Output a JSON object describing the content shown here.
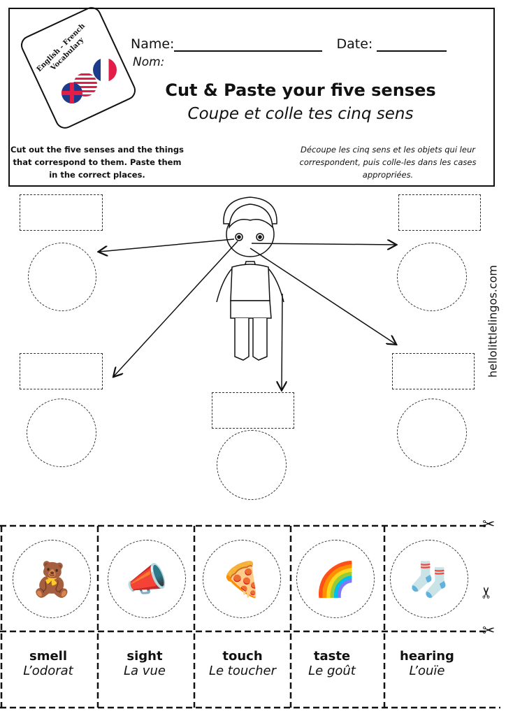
{
  "header": {
    "logo_text": "English - French Vocabulary",
    "name_label": "Name:",
    "nom_label": "Nom:",
    "date_label": "Date:",
    "title": "Cut & Paste your five senses",
    "subtitle": "Coupe et colle tes cinq sens",
    "instructions_en": "Cut out the five senses and the things that correspond to them. Paste them in the correct places.",
    "instructions_fr": "Découpe les cinq sens et les objets qui leur correspondent, puis colle-les dans les cases appropriées."
  },
  "website": "hellolittlelingos.com",
  "cutouts": [
    {
      "icon": "teddy-bear-icon",
      "en": "smell",
      "fr": "L’odorat"
    },
    {
      "icon": "megaphone-icon",
      "en": "sight",
      "fr": "La vue"
    },
    {
      "icon": "pizza-icon",
      "en": "touch",
      "fr": "Le toucher"
    },
    {
      "icon": "rainbow-icon",
      "en": "taste",
      "fr": "Le goût"
    },
    {
      "icon": "smelly-socks-icon",
      "en": "hearing",
      "fr": "L’ouïe"
    }
  ]
}
